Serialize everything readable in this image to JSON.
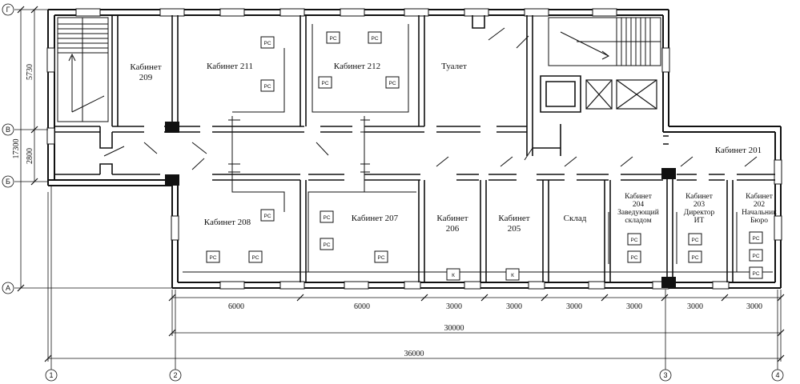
{
  "rooms": {
    "r209": [
      "Кабинет",
      "209"
    ],
    "r211": "Кабинет 211",
    "r212": "Кабинет 212",
    "toilet": "Туалет",
    "r201": "Кабинет 201",
    "r208": "Кабинет 208",
    "r207": "Кабинет 207",
    "r206": [
      "Кабинет",
      "206"
    ],
    "r205": [
      "Кабинет",
      "205"
    ],
    "store": "Склад",
    "r204": [
      "Кабинет",
      "204",
      "Заведующий",
      "складом"
    ],
    "r203": [
      "Кабинет",
      "203",
      "Директор",
      "ИТ"
    ],
    "r202": [
      "Кабинет",
      "202",
      "Начальник",
      "Бюро"
    ]
  },
  "equipment": {
    "pc": "PC",
    "k": "К"
  },
  "dimensions": {
    "left_total": "17300",
    "left_top": "5730",
    "left_mid": "2800",
    "bays": [
      "6000",
      "6000",
      "3000",
      "3000",
      "3000",
      "3000",
      "3000",
      "3000"
    ],
    "sub_total": "30000",
    "total": "36000"
  },
  "axes": {
    "rows": [
      "Г",
      "В",
      "Б",
      "А"
    ],
    "cols": [
      "1",
      "2",
      "3",
      "4"
    ]
  }
}
